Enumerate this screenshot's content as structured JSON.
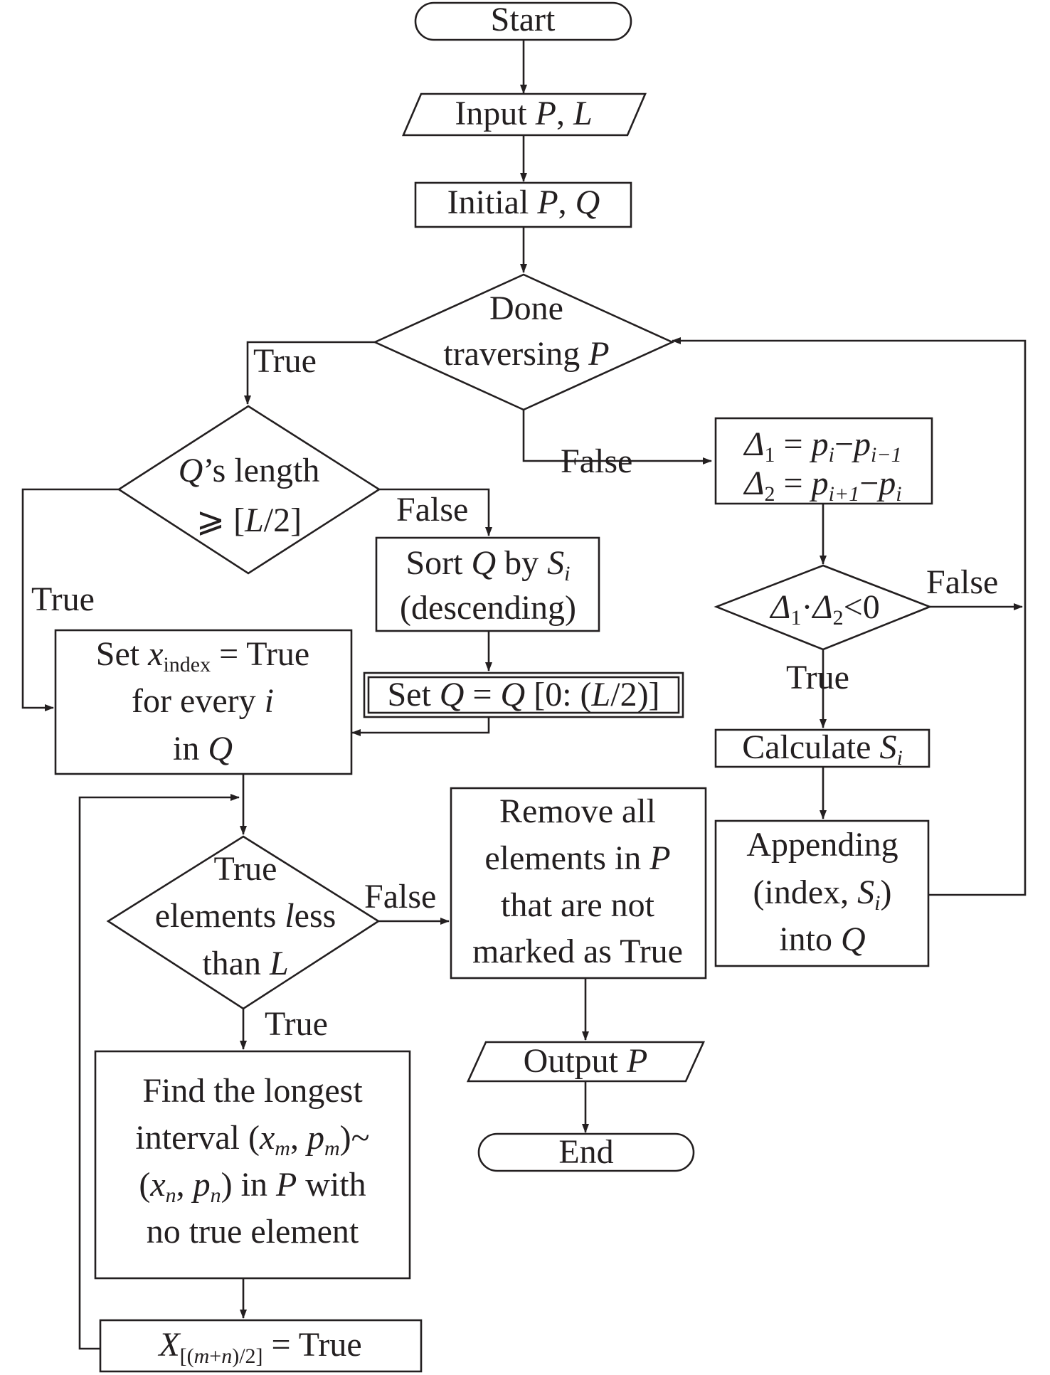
{
  "colors": {
    "ink": "#231f20",
    "background": "#ffffff"
  },
  "nodes": {
    "start": "Start",
    "input": {
      "prefix": "Input ",
      "p": "P",
      "comma": ", ",
      "l": "L"
    },
    "initial": {
      "prefix": "Initial ",
      "p": "P",
      "comma": ", ",
      "q": "Q"
    },
    "done_traversing": {
      "line1": "Done",
      "line2_prefix": "traversing ",
      "p": "P"
    },
    "q_length": {
      "q": "Q",
      "line1_rest": "’s length",
      "geq": "⩾ [",
      "l": "L",
      "line2_rest": "/2]"
    },
    "sort_q": {
      "line1_prefix": "Sort ",
      "q": "Q",
      "by": " by ",
      "s": "S",
      "s_sub": "i",
      "line2": "(descending)"
    },
    "set_q": {
      "prefix": "Set ",
      "q1": "Q",
      "eq": " = ",
      "q2": "Q",
      "mid": " [0: (",
      "l": "L",
      "suffix": "/2)]"
    },
    "set_x": {
      "prefix": "Set ",
      "x": "x",
      "x_sub": "index",
      "rest": " = True",
      "line2_prefix": "for every ",
      "i": "i",
      "line3_prefix": "in ",
      "q": "Q"
    },
    "delta": {
      "d1": "Δ",
      "d1_sub": "1",
      "eq1": " = ",
      "p1": "p",
      "p1_sub": "i",
      "minus1": "−",
      "p2": "p",
      "p2_sub": "i−1",
      "d2": "Δ",
      "d2_sub": "2",
      "eq2": " = ",
      "p3": "p",
      "p3_sub": "i+1",
      "minus2": "−",
      "p4": "p",
      "p4_sub": "i"
    },
    "delta_check": {
      "d1": "Δ",
      "d1_sub": "1",
      "dot": "·",
      "d2": "Δ",
      "d2_sub": "2",
      "rest": "<0"
    },
    "calculate_s": {
      "prefix": "Calculate ",
      "s": "S",
      "s_sub": "i"
    },
    "appending": {
      "line1": "Appending",
      "line2_prefix": "(index, ",
      "s": "S",
      "s_sub": "i",
      "line2_suffix": ")",
      "line3_prefix": "into ",
      "q": "Q"
    },
    "true_elements": {
      "line1": "True",
      "line2_prefix": "elements ",
      "l_ital": "l",
      "line2_suffix": "ess",
      "line3_prefix": "than ",
      "l": "L"
    },
    "remove": {
      "line1": "Remove all",
      "line2_prefix": "elements in ",
      "p": "P",
      "line3": "that are not",
      "line4": "marked as True"
    },
    "output": {
      "prefix": "Output ",
      "p": "P"
    },
    "end": "End",
    "find_interval": {
      "line1": "Find the longest",
      "line2_prefix": "interval (",
      "xm": "x",
      "xm_sub": "m",
      "comma": ", ",
      "pm": "p",
      "pm_sub": "m",
      "line2_suffix": ")~",
      "line3_open": "(",
      "xn": "x",
      "xn_sub": "n",
      "comma2": ", ",
      "pn": "p",
      "pn_sub": "n",
      "line3_mid": ") in ",
      "p": "P",
      "line3_suffix": " with",
      "line4": "no true element"
    },
    "x_mid": {
      "x": "X",
      "x_sub_open": "[(",
      "m": "m",
      "plus": "+",
      "n": "n",
      "x_sub_close": ")/2]",
      "rest": " = True"
    }
  },
  "edge_labels": {
    "done_true": "True",
    "done_false": "False",
    "qlen_false": "False",
    "qlen_true": "True",
    "delta_false": "False",
    "delta_true": "True",
    "loop_false": "False",
    "loop_true": "True"
  }
}
